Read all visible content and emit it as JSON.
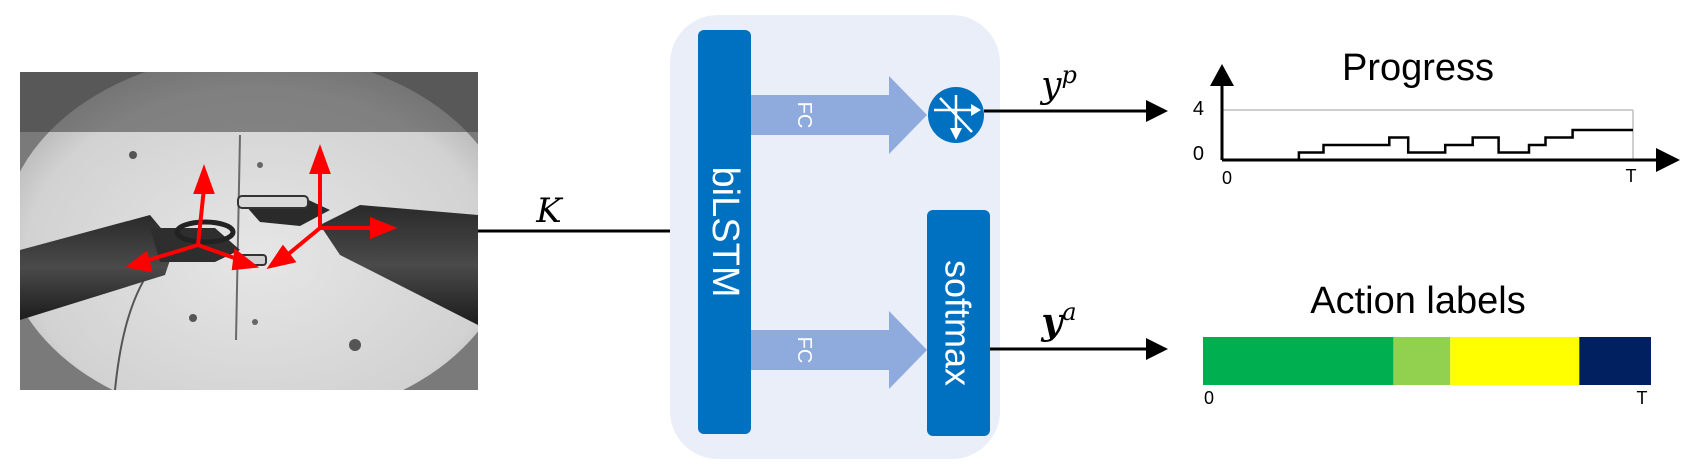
{
  "input": {
    "scene": "surgical-video-frame-with-two-robotic-instruments",
    "kinematics_label": "K"
  },
  "model": {
    "encoder_label": "biLSTM",
    "fc_label_top": "FC",
    "fc_label_bottom": "FC",
    "activation_label": "softmax",
    "regression_node_icon": "bypass-activation-icon"
  },
  "outputs": {
    "progress_symbol": {
      "base": "y",
      "sup": "p"
    },
    "action_symbol": {
      "base": "y",
      "sup": "a"
    }
  },
  "progress_panel": {
    "title": "Progress",
    "y_ticks": [
      "4",
      "0"
    ],
    "x_start_label": "0",
    "x_end_label": "T",
    "ylim": [
      0,
      4
    ]
  },
  "action_panel": {
    "title": "Action labels",
    "x_start_label": "0",
    "x_end_label": "T"
  },
  "chart_data": [
    {
      "type": "line",
      "step": true,
      "x_range": [
        0,
        1
      ],
      "ylim": [
        0,
        4
      ],
      "x": [
        0,
        0.187,
        0.187,
        0.247,
        0.247,
        0.407,
        0.407,
        0.453,
        0.453,
        0.543,
        0.543,
        0.61,
        0.61,
        0.673,
        0.673,
        0.747,
        0.747,
        0.787,
        0.787,
        0.853,
        0.853,
        1.0
      ],
      "values": [
        0,
        0,
        0.6,
        0.6,
        1.2,
        1.2,
        1.8,
        1.8,
        0.6,
        0.6,
        1.2,
        1.2,
        1.8,
        1.8,
        0.6,
        0.6,
        1.2,
        1.2,
        1.8,
        1.8,
        2.4,
        2.4
      ],
      "guide_y": 4
    },
    {
      "type": "bar",
      "stacked_horizontal": true,
      "x_range": [
        0,
        1
      ],
      "segments": [
        {
          "start": 0.0,
          "end": 0.425,
          "color": "#00B050"
        },
        {
          "start": 0.425,
          "end": 0.552,
          "color": "#92D050"
        },
        {
          "start": 0.552,
          "end": 0.84,
          "color": "#FFFF00"
        },
        {
          "start": 0.84,
          "end": 1.0,
          "color": "#002060"
        }
      ]
    }
  ],
  "colors": {
    "panel_bg": "#E9EEF8",
    "block_blue": "#0070C0",
    "fc_arrow": "#8FAADC",
    "arrow_black": "#000000",
    "pose_red": "#FF0000",
    "progress_guide": "#BFBFBF"
  }
}
